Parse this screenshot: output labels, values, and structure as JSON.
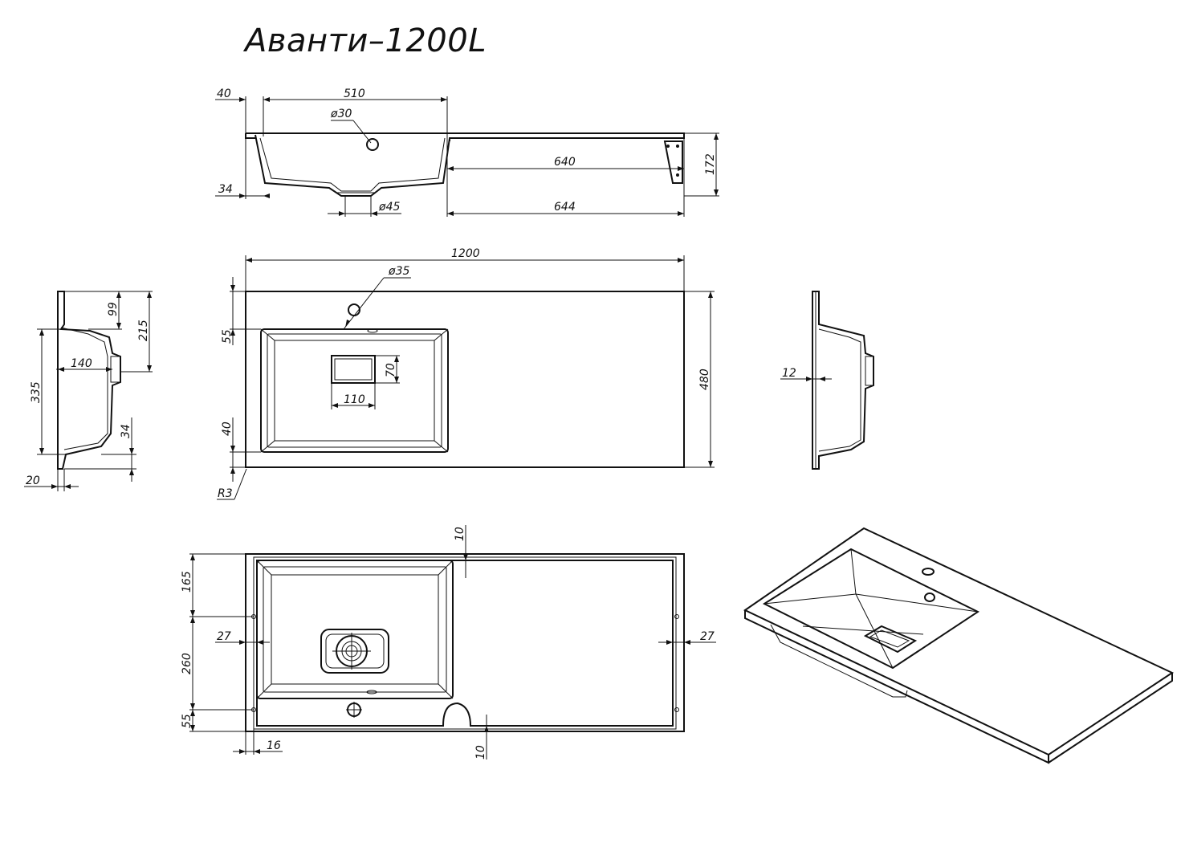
{
  "title": "Аванти–1200L",
  "dims": {
    "d40_top": "40",
    "d510": "510",
    "d30": "ø30",
    "d640": "640",
    "d172": "172",
    "d34_side": "34",
    "d45": "ø45",
    "d644": "644",
    "d1200": "1200",
    "d35": "ø35",
    "d55_plan": "55",
    "d70": "70",
    "d110": "110",
    "d480": "480",
    "d40_plan": "40",
    "r3": "R3",
    "d99": "99",
    "d215": "215",
    "d140": "140",
    "d335": "335",
    "d34_left": "34",
    "d20": "20",
    "d12": "12",
    "d10_top": "10",
    "d165": "165",
    "d27_left": "27",
    "d260": "260",
    "d27_right": "27",
    "d55_bottom": "55",
    "d16": "16",
    "d10_bottom": "10"
  }
}
